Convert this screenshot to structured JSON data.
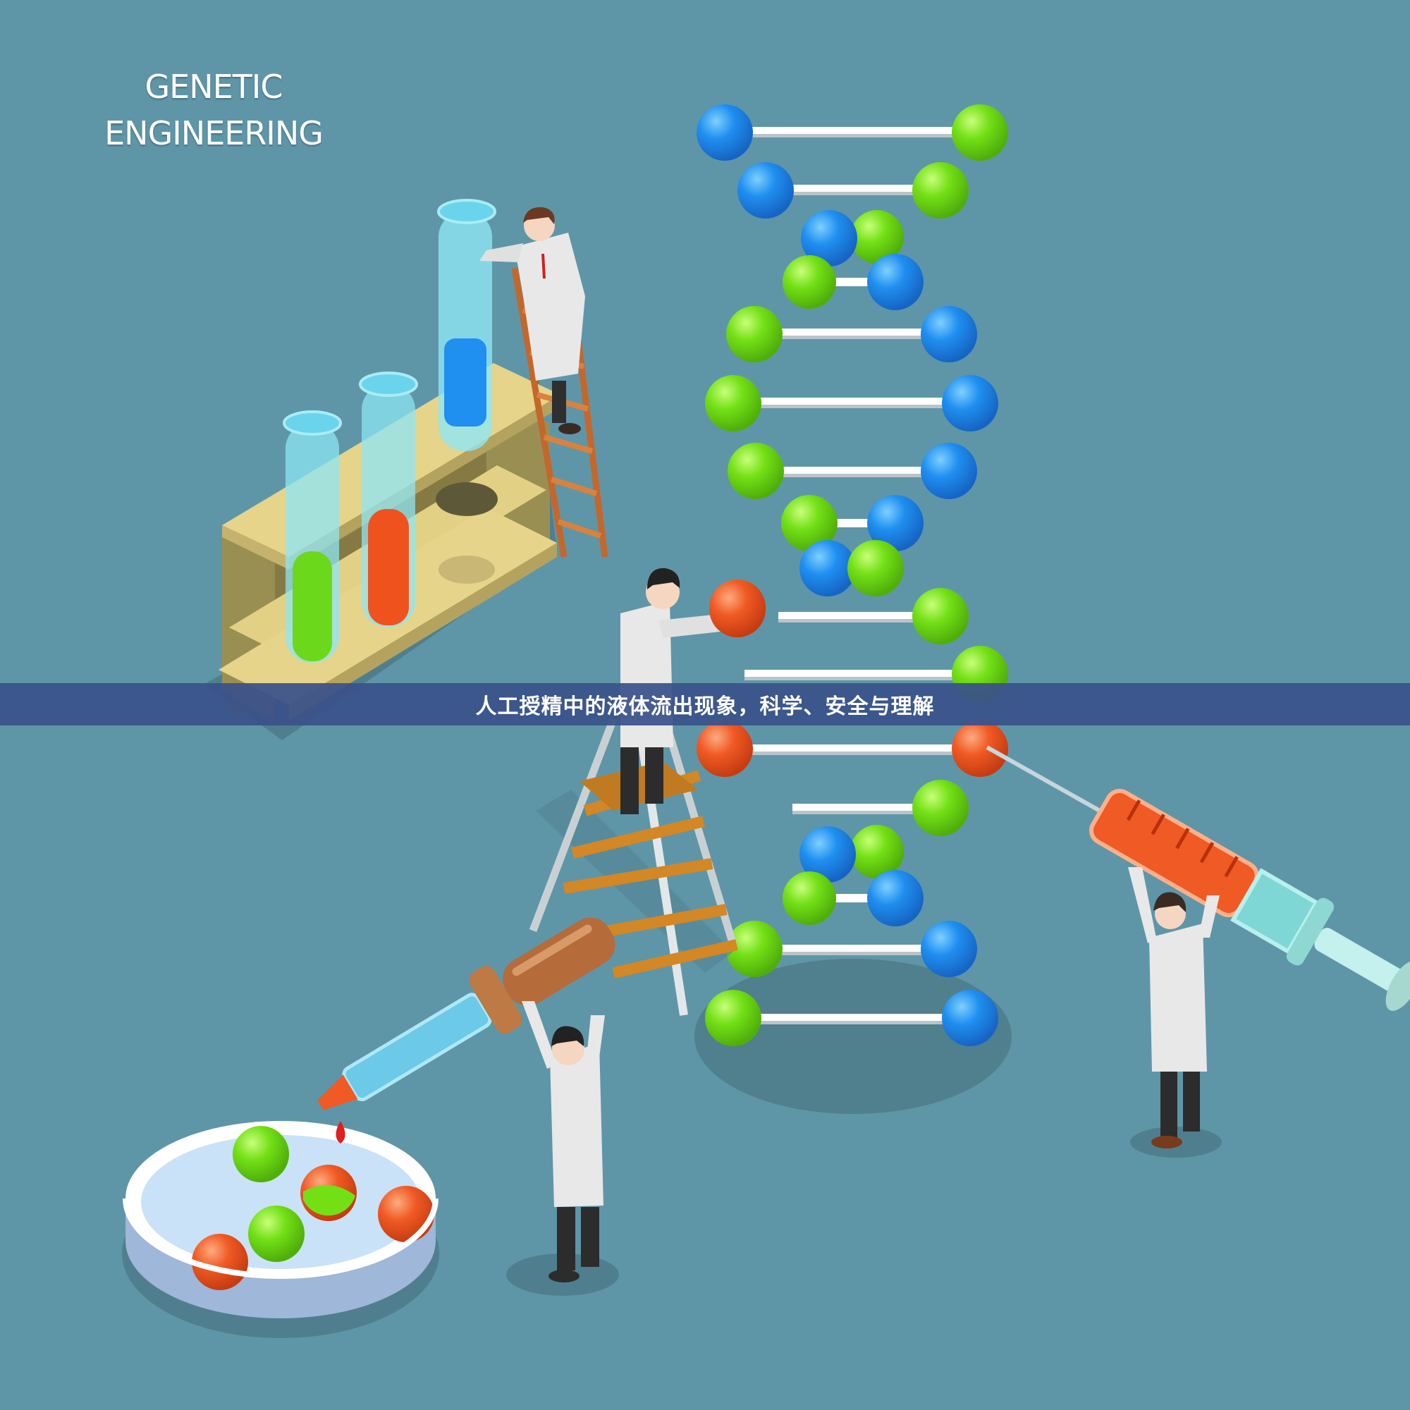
{
  "poster": {
    "title_line1": "GENETIC",
    "title_line2": "ENGINEERING"
  },
  "caption": {
    "text": "人工授精中的液体流出现象，科学、安全与理解"
  },
  "colors": {
    "background": "#5e96a8",
    "caption_band": "#3a528a",
    "dna_blue": "#1f8ff0",
    "dna_green": "#73e016",
    "dna_orange": "#f05a24",
    "rack": "#e6d48a"
  },
  "illustration": {
    "elements": [
      "dna-double-helix",
      "test-tube-rack",
      "test-tubes",
      "ladder",
      "stepladder",
      "syringe",
      "pipette",
      "petri-dish",
      "scientists"
    ]
  }
}
